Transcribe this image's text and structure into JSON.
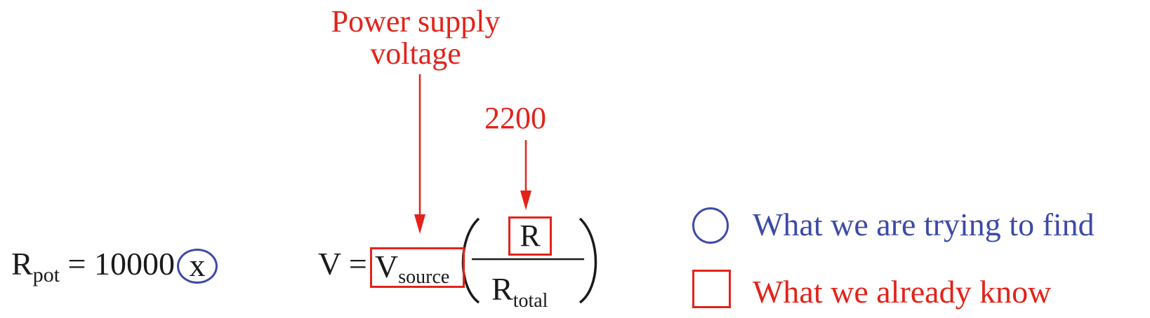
{
  "annotations": {
    "power_supply_line1": "Power supply",
    "power_supply_line2": "voltage",
    "resistor_value": "2200"
  },
  "left_equation": {
    "lhs_main": "R",
    "lhs_subscript": "pot",
    "equals_value": " = 10000",
    "unknown": "x"
  },
  "middle_equation": {
    "lhs": "V =",
    "source_main": "V",
    "source_subscript": "source",
    "numerator": "R",
    "denominator_main": "R",
    "denominator_subscript": "total"
  },
  "legend": {
    "circle_text": "What we are trying to find",
    "square_text": "What we already know"
  },
  "colors": {
    "known": "#e2231a",
    "unknown": "#3d4aa6",
    "text": "#1a1a1a"
  }
}
